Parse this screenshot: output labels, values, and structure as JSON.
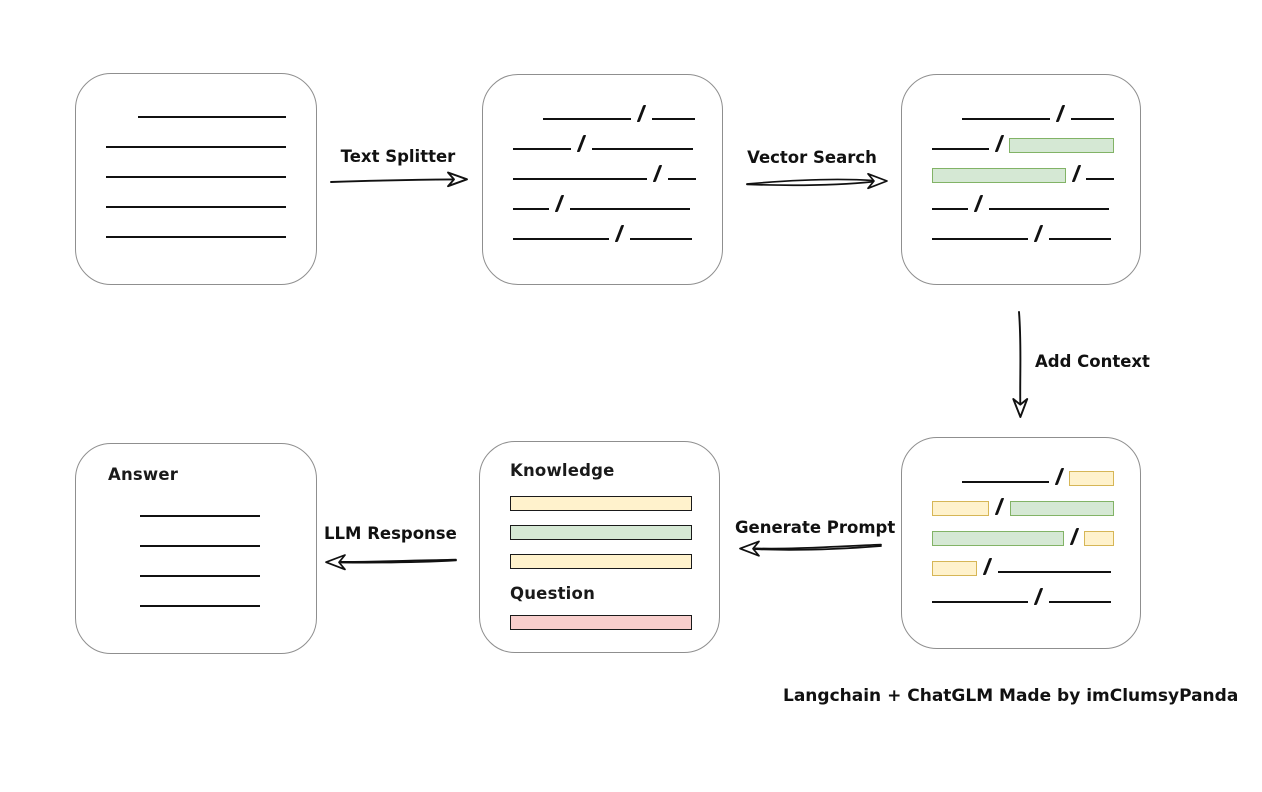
{
  "caption": "Langchain + ChatGLM Made by imClumsyPanda",
  "colors": {
    "green_fill": "#d5e8d4",
    "green_stroke": "#82b366",
    "yellow_fill": "#fff2cc",
    "yellow_stroke": "#d6b656",
    "red_fill": "#f8cecc",
    "red_stroke": "#b85450",
    "line": "#111111",
    "box_border": "#8f8f8f"
  },
  "arrows": {
    "text_splitter": "Text Splitter",
    "vector_search": "Vector Search",
    "add_context": "Add Context",
    "generate_prompt": "Generate Prompt",
    "llm_response": "LLM Response"
  },
  "boxes": {
    "source_document": {
      "rows": [
        [
          {
            "t": "sp",
            "w": 32
          },
          {
            "t": "ln",
            "w": 148
          }
        ],
        [
          {
            "t": "ln",
            "w": 180
          }
        ],
        [
          {
            "t": "ln",
            "w": 180
          }
        ],
        [
          {
            "t": "ln",
            "w": 180
          }
        ],
        [
          {
            "t": "ln",
            "w": 180
          }
        ]
      ]
    },
    "split_chunks": {
      "rows": [
        [
          {
            "t": "sp",
            "w": 30
          },
          {
            "t": "ln",
            "w": 88
          },
          {
            "t": "sl"
          },
          {
            "t": "ln",
            "w": 43
          }
        ],
        [
          {
            "t": "ln",
            "w": 58
          },
          {
            "t": "sl"
          },
          {
            "t": "ln",
            "w": 101
          }
        ],
        [
          {
            "t": "ln",
            "w": 134
          },
          {
            "t": "sl"
          },
          {
            "t": "ln",
            "w": 28
          }
        ],
        [
          {
            "t": "ln",
            "w": 36
          },
          {
            "t": "sl"
          },
          {
            "t": "ln",
            "w": 120
          }
        ],
        [
          {
            "t": "ln",
            "w": 96
          },
          {
            "t": "sl"
          },
          {
            "t": "ln",
            "w": 62
          }
        ]
      ]
    },
    "matched_chunks": {
      "rows": [
        [
          {
            "t": "sp",
            "w": 30
          },
          {
            "t": "ln",
            "w": 88
          },
          {
            "t": "sl"
          },
          {
            "t": "ln",
            "w": 43
          }
        ],
        [
          {
            "t": "ln",
            "w": 58
          },
          {
            "t": "sl"
          },
          {
            "t": "chip",
            "c": "green",
            "w": 105
          }
        ],
        [
          {
            "t": "chip",
            "c": "green",
            "w": 133
          },
          {
            "t": "sl"
          },
          {
            "t": "ln",
            "w": 28
          }
        ],
        [
          {
            "t": "ln",
            "w": 36
          },
          {
            "t": "sl"
          },
          {
            "t": "ln",
            "w": 120
          }
        ],
        [
          {
            "t": "ln",
            "w": 96
          },
          {
            "t": "sl"
          },
          {
            "t": "ln",
            "w": 62
          }
        ]
      ]
    },
    "context_chunks": {
      "rows": [
        [
          {
            "t": "sp",
            "w": 30
          },
          {
            "t": "ln",
            "w": 88
          },
          {
            "t": "sl"
          },
          {
            "t": "chip",
            "c": "yellow",
            "w": 43
          }
        ],
        [
          {
            "t": "chip",
            "c": "yellow",
            "w": 56
          },
          {
            "t": "sl"
          },
          {
            "t": "chip",
            "c": "green",
            "w": 103
          }
        ],
        [
          {
            "t": "chip",
            "c": "green",
            "w": 131
          },
          {
            "t": "sl"
          },
          {
            "t": "chip",
            "c": "yellow",
            "w": 28
          }
        ],
        [
          {
            "t": "chip",
            "c": "yellow",
            "w": 43
          },
          {
            "t": "sl"
          },
          {
            "t": "ln",
            "w": 113
          }
        ],
        [
          {
            "t": "ln",
            "w": 96
          },
          {
            "t": "sl"
          },
          {
            "t": "ln",
            "w": 62
          }
        ]
      ]
    },
    "prompt": {
      "knowledge_label": "Knowledge",
      "question_label": "Question",
      "knowledge_chips": [
        "yellow",
        "green",
        "yellow"
      ],
      "question_chips": [
        "red"
      ]
    },
    "answer": {
      "label": "Answer",
      "rows": [
        [
          {
            "t": "ln",
            "w": 178
          }
        ],
        [
          {
            "t": "ln",
            "w": 178
          }
        ],
        [
          {
            "t": "ln",
            "w": 178
          }
        ],
        [
          {
            "t": "ln",
            "w": 178
          }
        ]
      ]
    }
  }
}
